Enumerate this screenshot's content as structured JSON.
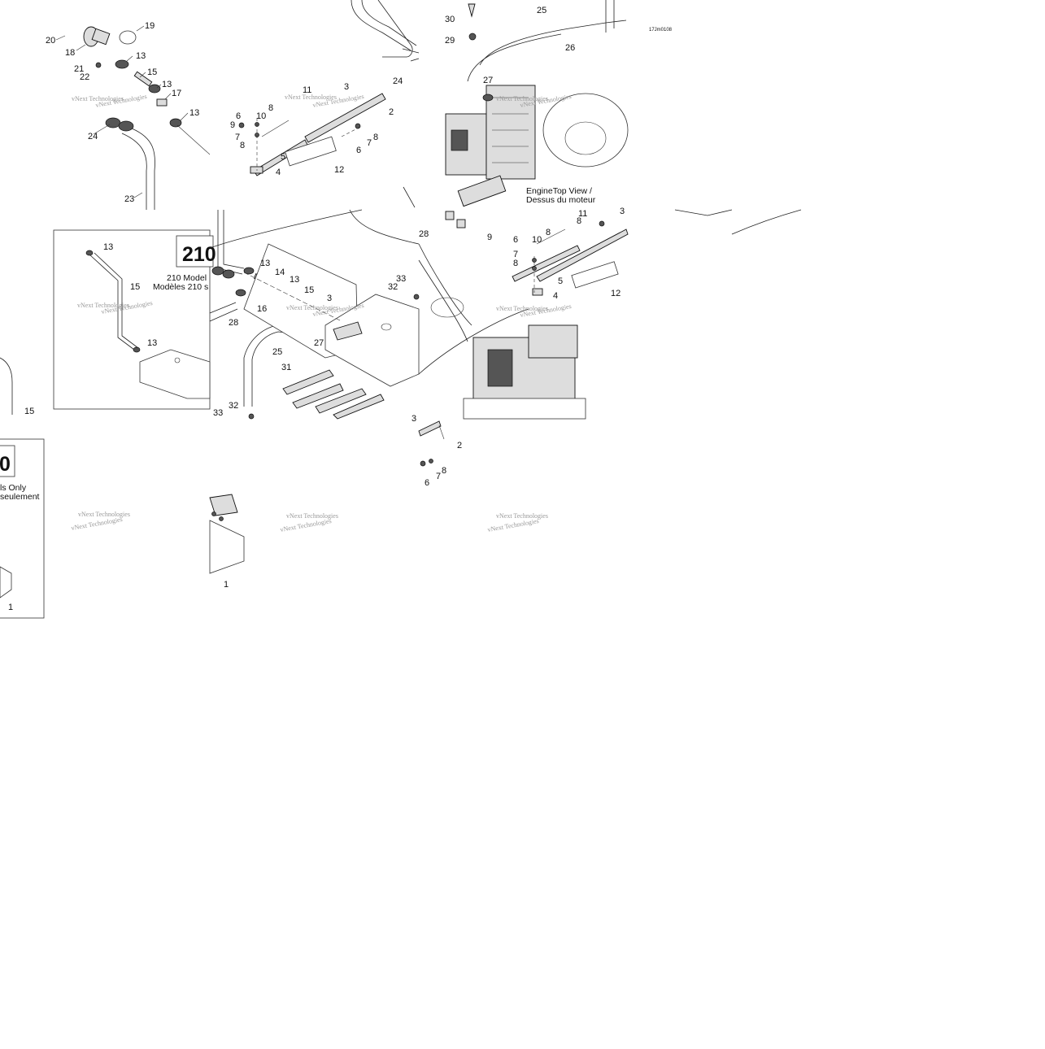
{
  "figure_code": "17Jm0108",
  "watermark": "vNext Technologies",
  "engine_caption": [
    "EngineTop View /",
    "Dessus du moteur"
  ],
  "inset_210": {
    "badge": "210",
    "line1": "210 Model",
    "line2": "Modèles 210 s"
  },
  "inset_210_b": {
    "badge": "0",
    "line1": "ls Only",
    "line2": "seulement"
  },
  "callouts": {
    "t1": [
      "20",
      "18",
      "19",
      "13",
      "15",
      "13",
      "17",
      "13",
      "21",
      "22",
      "24",
      "23"
    ],
    "t2": [
      "11",
      "3",
      "2",
      "6",
      "10",
      "8",
      "9",
      "7",
      "8",
      "5",
      "6",
      "7",
      "8",
      "4",
      "12"
    ],
    "t3": [
      "30",
      "25",
      "29",
      "24",
      "26",
      "27"
    ],
    "m1": [
      "13",
      "15",
      "13",
      "15"
    ],
    "m2": [
      "13",
      "14",
      "13",
      "15",
      "3",
      "16",
      "28",
      "27",
      "25",
      "31",
      "32",
      "33"
    ],
    "m3": [
      "28",
      "33",
      "32",
      "11",
      "8",
      "9",
      "6",
      "10",
      "8",
      "3",
      "7",
      "8",
      "4",
      "5",
      "12"
    ],
    "b1": [
      "1"
    ],
    "b2": [
      "1"
    ],
    "b3": [
      "3",
      "2",
      "7",
      "8",
      "6"
    ]
  }
}
